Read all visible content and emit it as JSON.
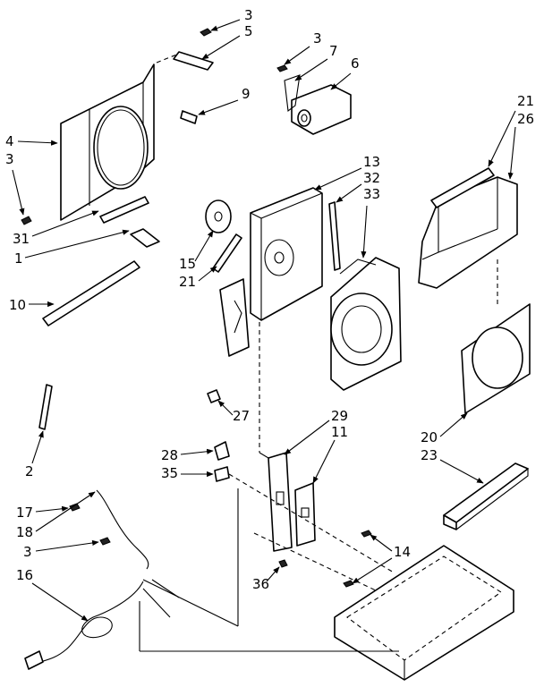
{
  "labels": {
    "l3a": "3",
    "l5": "5",
    "l3b": "3",
    "l7": "7",
    "l6": "6",
    "l9": "9",
    "l21a": "21",
    "l26": "26",
    "l4": "4",
    "l3c": "3",
    "l13": "13",
    "l32": "32",
    "l33": "33",
    "l31": "31",
    "l1": "1",
    "l15": "15",
    "l21b": "21",
    "l10": "10",
    "l27": "27",
    "l29": "29",
    "l11": "11",
    "l20": "20",
    "l23": "23",
    "l2": "2",
    "l28": "28",
    "l35": "35",
    "l17": "17",
    "l18": "18",
    "l3d": "3",
    "l14": "14",
    "l16": "16",
    "l36": "36"
  }
}
